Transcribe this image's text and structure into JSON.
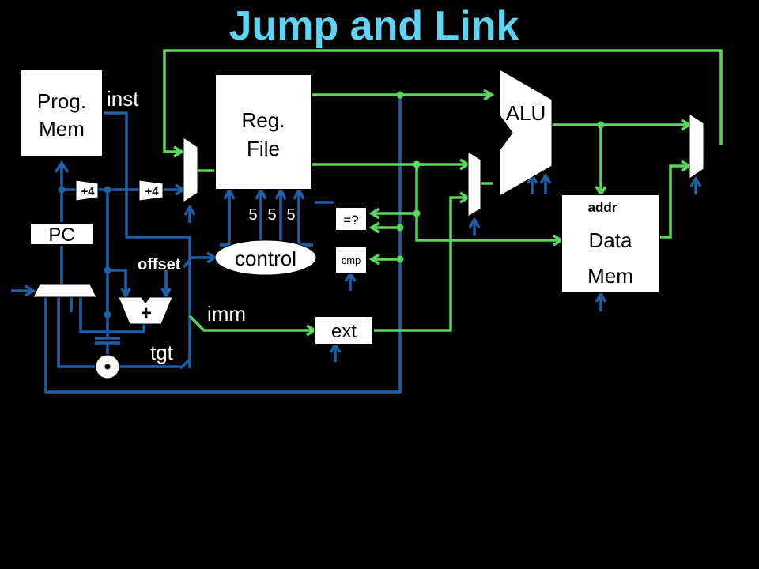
{
  "title": "Jump and Link",
  "blocks": {
    "prog_mem_line1": "Prog.",
    "prog_mem_line2": "Mem",
    "reg_file_line1": "Reg.",
    "reg_file_line2": "File",
    "alu": "ALU",
    "data_mem_line1": "Data",
    "data_mem_line2": "Mem",
    "pc": "PC",
    "control": "control",
    "ext": "ext",
    "cmp": "cmp",
    "eq": "=?",
    "adder": "+",
    "plus4_a": "+4",
    "plus4_b": "+4"
  },
  "labels": {
    "inst": "inst",
    "offset": "offset",
    "imm": "imm",
    "tgt": "tgt",
    "addr": "addr",
    "five_a": "5",
    "five_b": "5",
    "five_c": "5"
  }
}
